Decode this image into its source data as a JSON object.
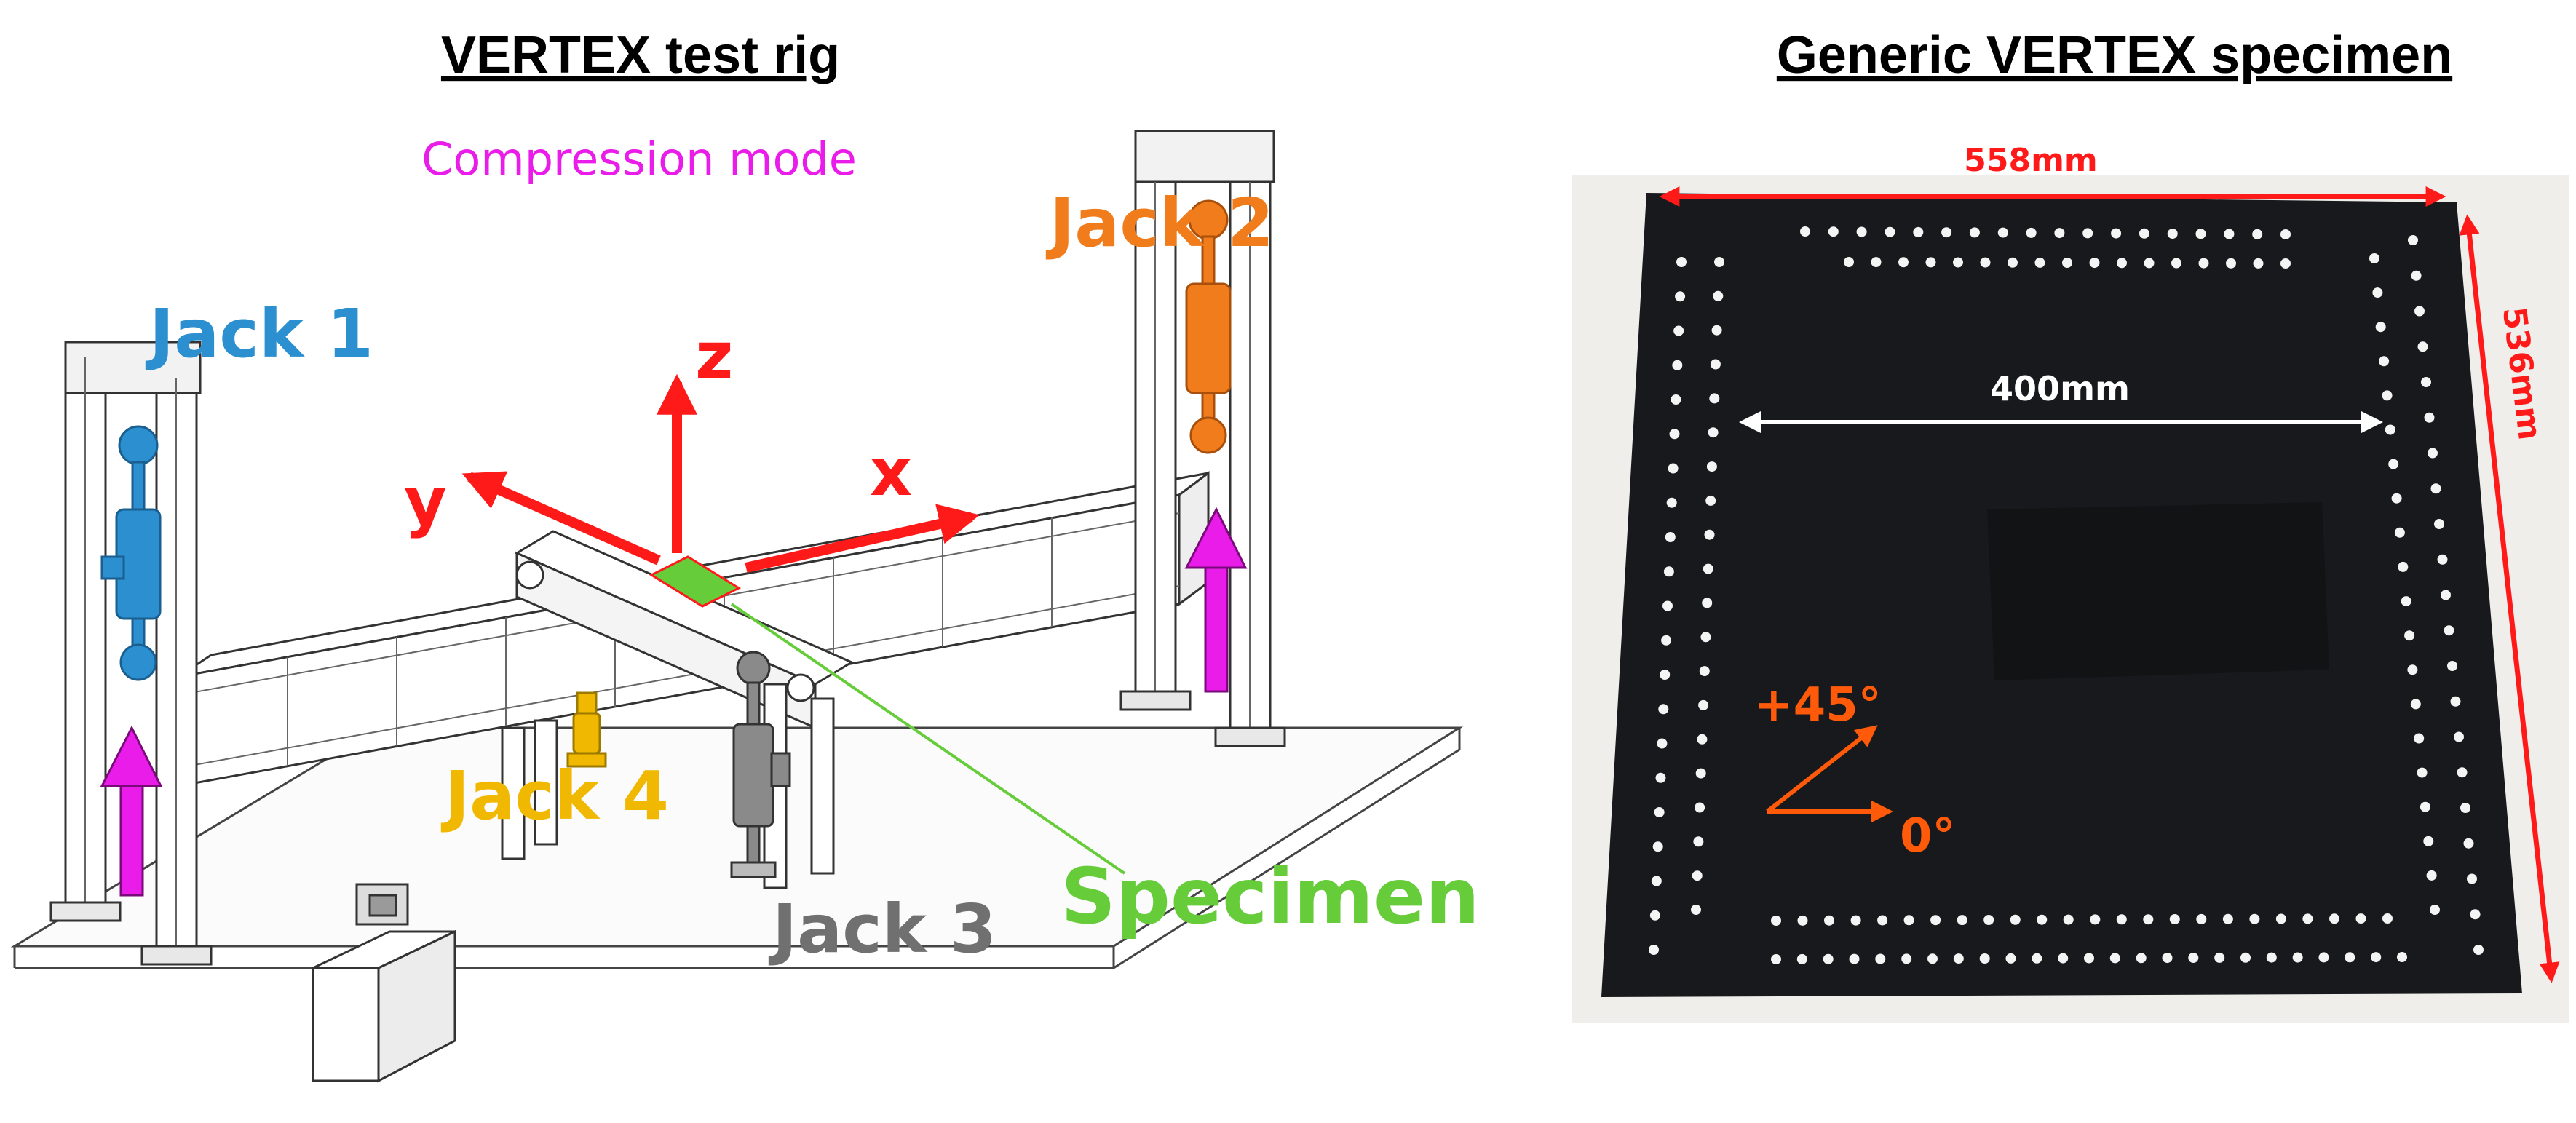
{
  "left_panel": {
    "title": "VERTEX test rig",
    "mode_label": "Compression mode",
    "jack_labels": {
      "jack1": "Jack 1",
      "jack2": "Jack 2",
      "jack3": "Jack 3",
      "jack4": "Jack 4"
    },
    "axis_labels": {
      "x": "x",
      "y": "y",
      "z": "z"
    },
    "specimen_label": "Specimen"
  },
  "right_panel": {
    "title": "Generic VERTEX specimen",
    "width_dimension": "558mm",
    "height_dimension": "536mm",
    "gauge_dimension": "400mm",
    "ply_angles": {
      "plus45": "+45°",
      "zero": "0°"
    }
  },
  "colors": {
    "jack1": "#2b8fd0",
    "jack2": "#f07c1c",
    "jack3": "#707070",
    "jack4": "#f0b800",
    "mode": "#ea1cea",
    "axis": "#ff1a1a",
    "specimen": "#66cc3a",
    "dimension": "#ff1a1a",
    "angle": "#ff5a0a",
    "plate": "#17191c"
  }
}
